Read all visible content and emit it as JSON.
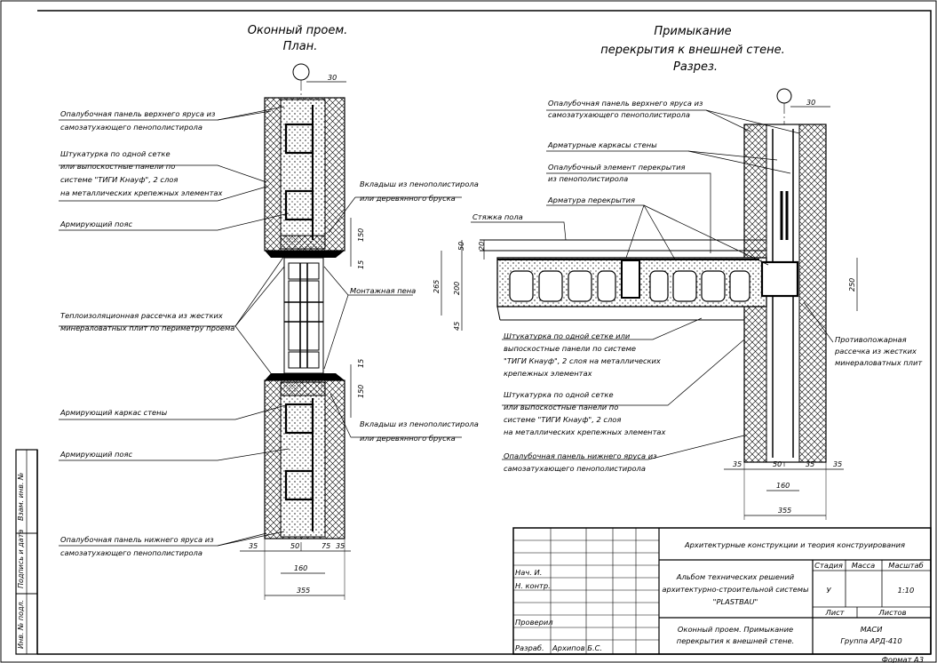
{
  "titles": {
    "plan_line1": "Оконный проем.",
    "plan_line2": "План.",
    "section_line1": "Примыкание",
    "section_line2": "перекрытия к внешней стене.",
    "section_line3": "Разрез."
  },
  "plan_labels": {
    "upper_panel_l1": "Опалубочная панель верхнего яруса из",
    "upper_panel_l2": "самозатухающего пенополистирола",
    "plaster_l1": "Штукатурка по одной сетке",
    "plaster_l2": "или выпоскостные панели по",
    "plaster_l3": "системе \"ТИГИ Кнауф\", 2 слоя",
    "plaster_l4": "на металлических крепежных элементах",
    "belt_top": "Армирующий пояс",
    "insert_top_l1": "Вкладыш из пенополистирола",
    "insert_top_l2": "или деревянного бруска",
    "mount_foam": "Монтажная пена",
    "fire_l1": "Теплоизоляционная рассечка из жестких",
    "fire_l2": "минераловатных плит по периметру проема",
    "frame": "Армирующий каркас стены",
    "belt_bottom": "Армирующий пояс",
    "insert_bot_l1": "Вкладыш из пенополистирола",
    "insert_bot_l2": "или деревянного бруска",
    "lower_panel_l1": "Опалубочная панель нижнего яруса из",
    "lower_panel_l2": "самозатухающего пенополистирола"
  },
  "section_labels": {
    "upper_panel_l1": "Опалубочная панель верхнего яруса из",
    "upper_panel_l2": "самозатухающего пенополистирола",
    "frames": "Арматурные каркасы стены",
    "slab_elem_l1": "Опалубочный элемент перекрытия",
    "slab_elem_l2": "из пенополистирола",
    "slab_rebar": "Арматура перекрытия",
    "floor": "Стяжка пола",
    "plaster1_l1": "Штукатурка по одной сетке или",
    "plaster1_l2": "выпоскостные панели по системе",
    "plaster1_l3": "\"ТИГИ Кнауф\", 2 слоя на металлических",
    "plaster1_l4": "крепежных элементах",
    "plaster2_l1": "Штукатурка по одной сетке",
    "plaster2_l2": "или выпоскостные панели по",
    "plaster2_l3": "системе \"ТИГИ Кнауф\", 2 слоя",
    "plaster2_l4": "на металлических крепежных элементах",
    "lower_panel_l1": "Опалубочная панель нижнего яруса из",
    "lower_panel_l2": "самозатухающего пенополистирола",
    "fire_l1": "Противопожарная",
    "fire_l2": "рассечка из жестких",
    "fire_l3": "минераловатных плит"
  },
  "dims": {
    "d30": "30",
    "d150": "150",
    "d15": "15",
    "d35": "35",
    "d50": "50",
    "d75": "75",
    "d160": "160",
    "d355": "355",
    "d20": "20",
    "d200": "200",
    "d265": "265",
    "d45": "45",
    "d250": "250"
  },
  "stamp": {
    "header": "Архитектурные конструкции и теория конструирования",
    "project_l1": "Альбом технических решений",
    "project_l2": "архитектурно-строительной системы",
    "project_l3": "\"PLASTBAU\"",
    "sheet_title_l1": "Оконный проем. Примыкание",
    "sheet_title_l2": "перекрытия к внешней стене.",
    "stage_h": "Стадия",
    "mass_h": "Масса",
    "scale_h": "Масштаб",
    "stage_v": "У",
    "scale_v": "1:10",
    "sheet_h": "Лист",
    "sheets_h": "Листов",
    "org_l1": "МАСИ",
    "org_l2": "Группа АРД-410",
    "r_head": "Нач. И.",
    "r_norm": "Н. контр.",
    "r_check": "Проверил",
    "r_dev": "Разраб.",
    "dev_name": "Архипов Б.С.",
    "format": "Формат А3"
  },
  "side": {
    "l1": "Взам. инв. №",
    "l2": "Подпись и дата",
    "l3": "Инв. № подл."
  }
}
